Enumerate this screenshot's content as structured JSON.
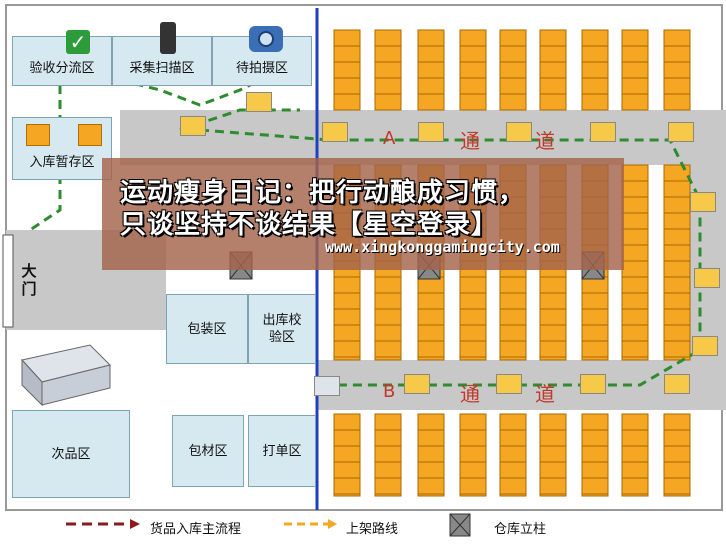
{
  "zones": {
    "inspect_sort": "验收分流区",
    "scan": "采集扫描区",
    "pending_photo": "待拍摄区",
    "inbound_staging": "入库暂存区",
    "packing": "包装区",
    "outbound_check": "出库校验区",
    "defect": "次品区",
    "packing_material": "包材区",
    "print_label": "打单区"
  },
  "gate": "大门",
  "aisles": {
    "a_letter": "A",
    "b_letter": "B",
    "tong": "通",
    "dao": "道"
  },
  "legend": {
    "main_flow": "货品入库主流程",
    "shelving_route": "上架路线",
    "pillar": "仓库立柱"
  },
  "overlay": {
    "title_line1": "运动瘦身日记：把行动酿成习惯，",
    "title_line2": "只谈坚持不谈结果【星空登录】",
    "url": "www.xingkonggamingcity.com"
  },
  "colors": {
    "zone_fill": "#d6e9f0",
    "shelf": "#f5a623",
    "aisle": "#c8c8c8",
    "main_flow": "#2e8b2e",
    "shelving_route": "#8cc63f",
    "divider": "#1f3fbf",
    "legend_main": "#8b1a1a",
    "legend_shelving": "#f5a623"
  },
  "icons": [
    "check-icon",
    "phone-icon",
    "camera-icon",
    "box-icon",
    "cart-icon",
    "pillar-icon",
    "storage-bins-icon"
  ]
}
